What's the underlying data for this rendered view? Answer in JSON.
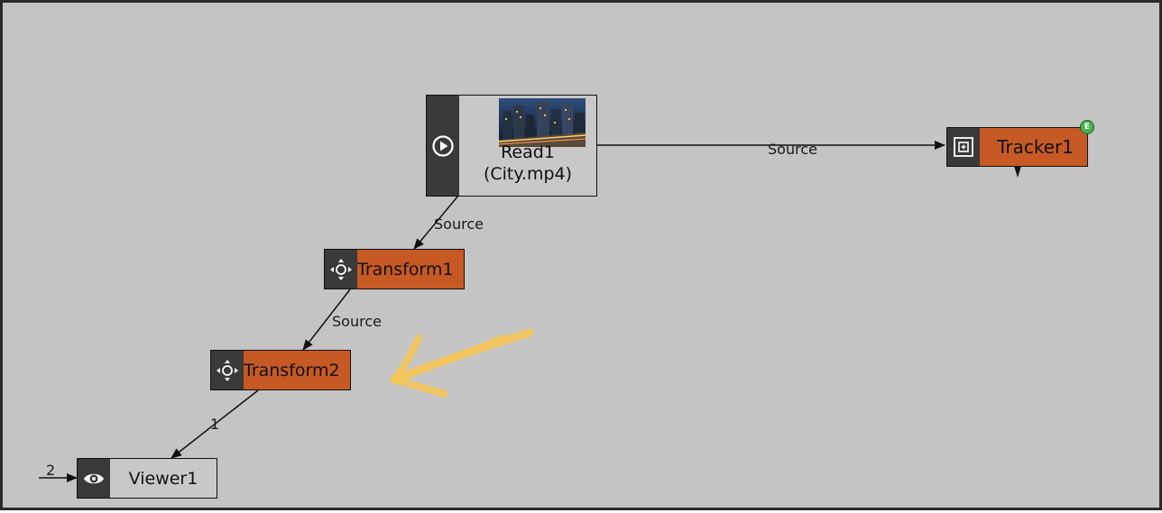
{
  "nodes": {
    "read": {
      "name": "Read1",
      "file": "(City.mp4)"
    },
    "tracker": {
      "name": "Tracker1",
      "badge": "E"
    },
    "transform1": {
      "name": "Transform1"
    },
    "transform2": {
      "name": "Transform2"
    },
    "viewer": {
      "name": "Viewer1"
    }
  },
  "edge_labels": {
    "read_to_tracker": "Source",
    "read_to_transform1": "Source",
    "transform1_to_transform2": "Source",
    "transform2_to_viewer": "1",
    "viewer_input": "2"
  },
  "colors": {
    "background": "#c4c4c4",
    "node_orange": "#c75a24",
    "node_grey": "#c8c8c8",
    "icon_dark": "#3a3a3a",
    "annotation_arrow": "#f5c55a",
    "badge_green": "#4caf50"
  },
  "icons": {
    "read": "play-icon",
    "tracker": "tracker-target-icon",
    "transform": "move-crosshair-icon",
    "viewer": "eye-icon"
  }
}
